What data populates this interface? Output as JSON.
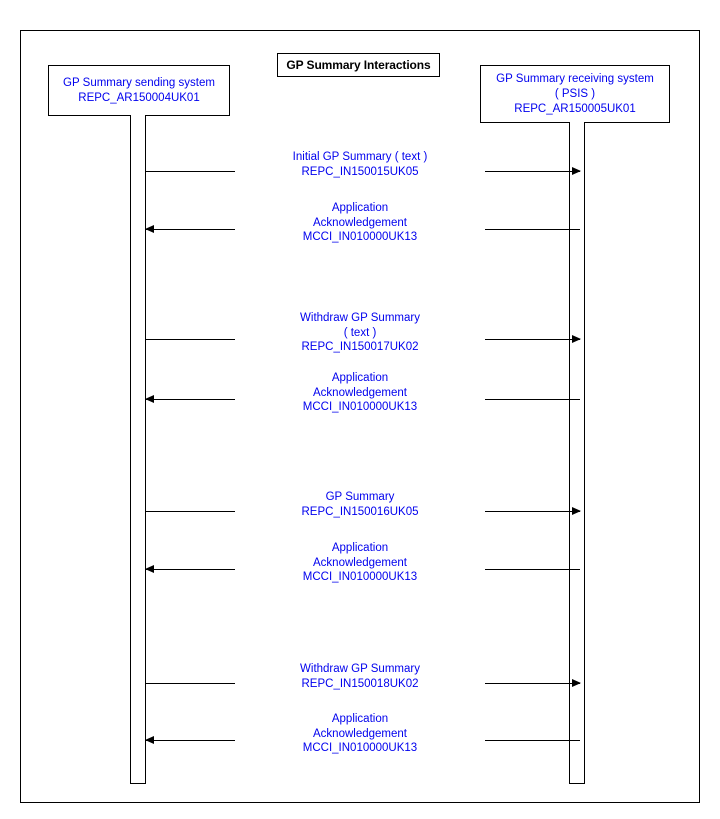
{
  "diagram": {
    "title": "GP Summary Interactions",
    "accent_text_color": "#0000ee",
    "line_color": "#000000",
    "background_color": "#ffffff"
  },
  "lifelines": [
    {
      "id": "sender",
      "name_lines": [
        "GP Summary sending system",
        "REPC_AR150004UK01"
      ]
    },
    {
      "id": "receiver",
      "name_lines": [
        "GP Summary receiving system",
        "( PSIS )",
        "REPC_AR150005UK01"
      ]
    }
  ],
  "messages": [
    {
      "direction": "right",
      "label_lines": [
        "Initial GP Summary ( text )",
        "REPC_IN150015UK05"
      ]
    },
    {
      "direction": "left",
      "label_lines": [
        "Application",
        "Acknowledgement",
        "MCCI_IN010000UK13"
      ]
    },
    {
      "direction": "right",
      "label_lines": [
        "Withdraw GP Summary",
        "( text )",
        "REPC_IN150017UK02"
      ]
    },
    {
      "direction": "left",
      "label_lines": [
        "Application",
        "Acknowledgement",
        "MCCI_IN010000UK13"
      ]
    },
    {
      "direction": "right",
      "label_lines": [
        "GP Summary",
        "REPC_IN150016UK05"
      ]
    },
    {
      "direction": "left",
      "label_lines": [
        "Application",
        "Acknowledgement",
        "MCCI_IN010000UK13"
      ]
    },
    {
      "direction": "right",
      "label_lines": [
        "Withdraw GP Summary",
        "REPC_IN150018UK02"
      ]
    },
    {
      "direction": "left",
      "label_lines": [
        "Application",
        "Acknowledgement",
        "MCCI_IN010000UK13"
      ]
    }
  ]
}
